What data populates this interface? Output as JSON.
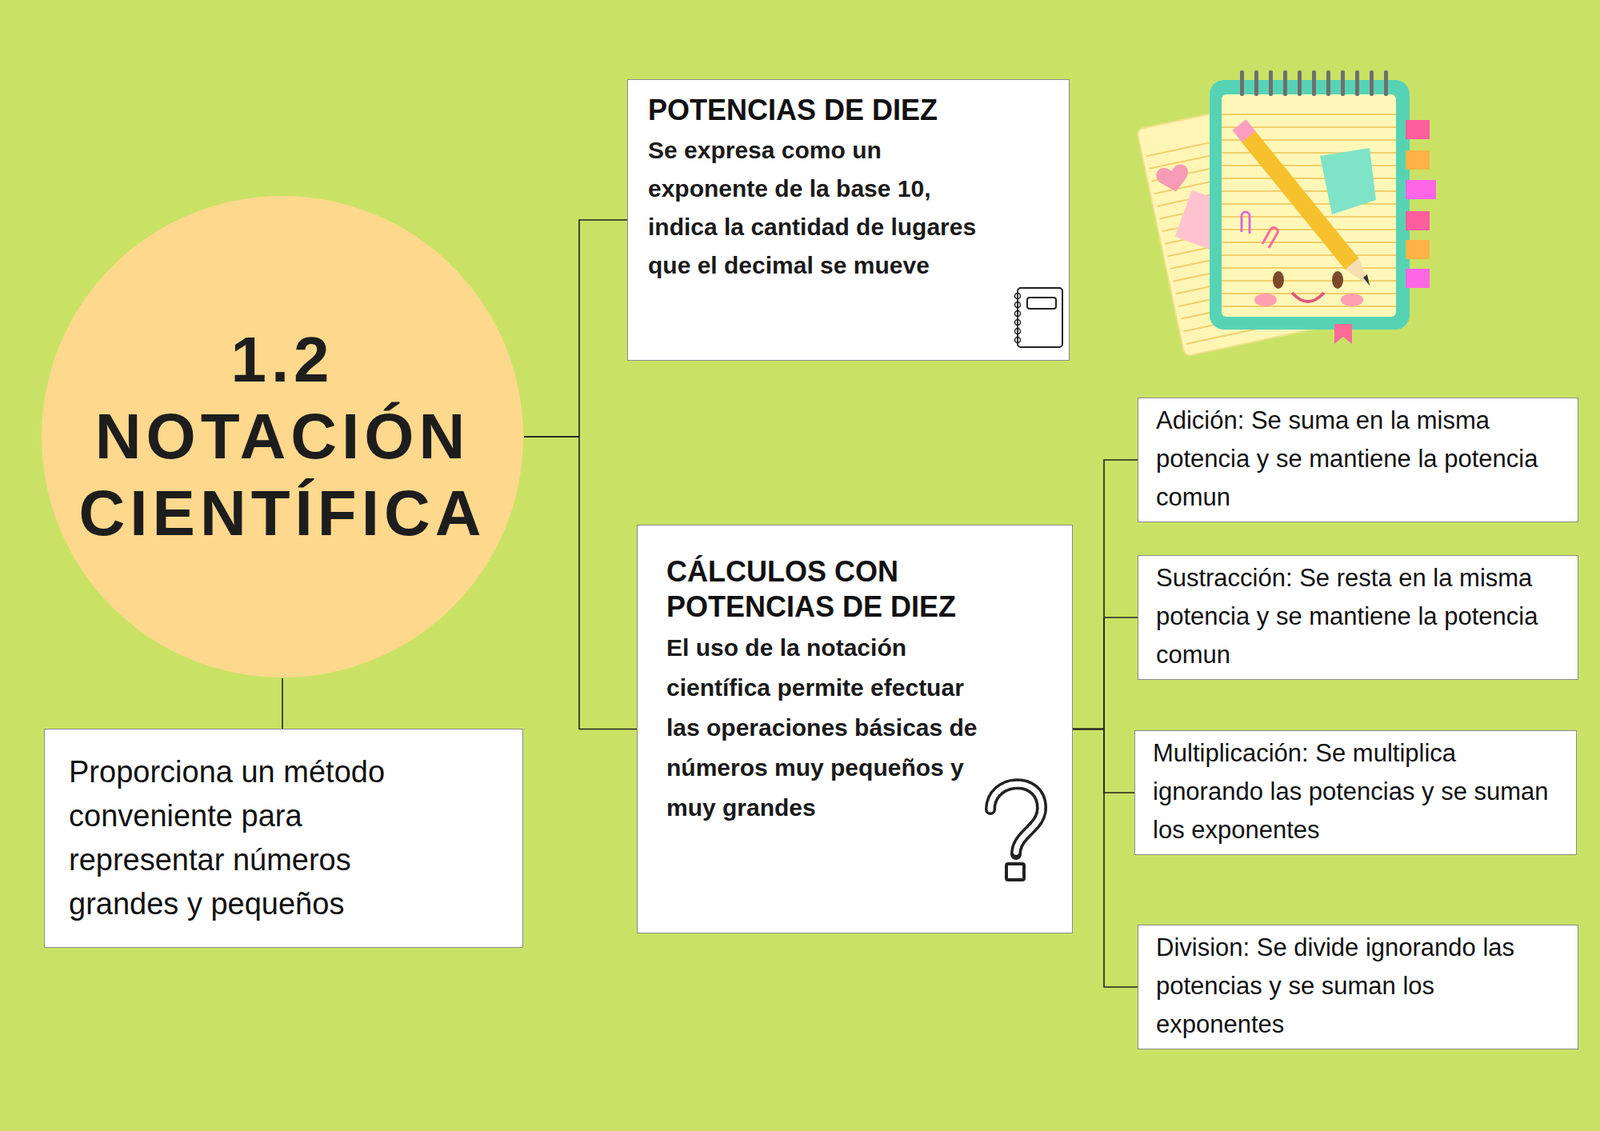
{
  "diagram": {
    "nodes": [
      {
        "text": [
          "1.2 NOTACIÓN CIENTÍFICA"
        ]
      },
      {
        "text": [
          "Proporciona un método conveniente para representar números grandes y pequeños"
        ]
      },
      {
        "text": [
          "POTENCIAS DE DIEZ",
          "Se expresa como un exponente de la base 10, indica la cantidad de lugares que el decimal se mueve"
        ]
      },
      {
        "text": [
          "CÁLCULOS CON POTENCIAS DE DIEZ",
          "El uso de la notación científica permite efectuar las operaciones básicas de números muy pequeños y muy grandes"
        ]
      },
      {
        "text": [
          "Adición: Se suma en la misma potencia y se mantiene la potencia comun"
        ]
      },
      {
        "text": [
          "Sustracción: Se resta en la misma potencia y se mantiene la potencia comun"
        ]
      },
      {
        "text": [
          "Multiplicación: Se multiplica ignorando las potencias y se suman los exponentes"
        ]
      },
      {
        "text": [
          "Division: Se divide ignorando las potencias y se suman los exponentes"
        ]
      }
    ],
    "edges": [
      {
        "from": 0,
        "to": 1,
        "arrow": "none"
      },
      {
        "from": 0,
        "to": 2,
        "arrow": "none"
      },
      {
        "from": 0,
        "to": 3,
        "arrow": "none"
      },
      {
        "from": 3,
        "to": 4,
        "arrow": "none"
      },
      {
        "from": 3,
        "to": 5,
        "arrow": "none"
      },
      {
        "from": 3,
        "to": 6,
        "arrow": "none"
      },
      {
        "from": 3,
        "to": 7,
        "arrow": "none"
      }
    ]
  }
}
